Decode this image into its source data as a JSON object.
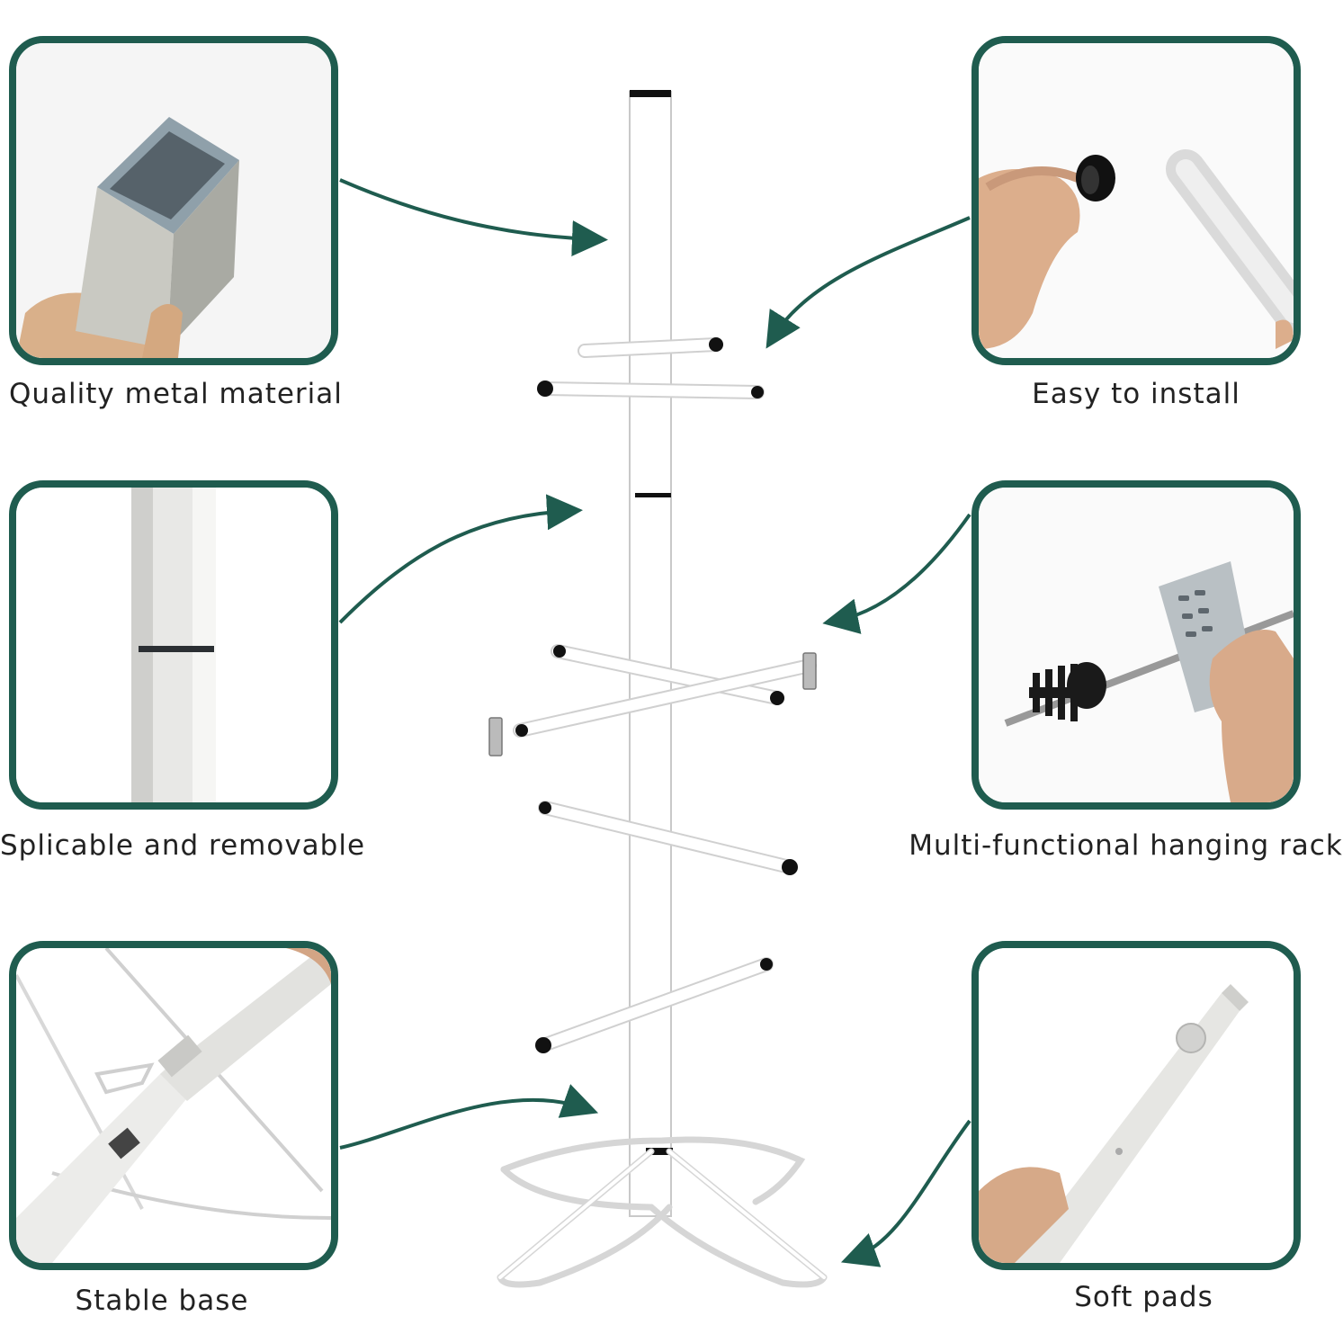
{
  "colors": {
    "frame": "#1f5c4f",
    "arrow": "#1f5c4f",
    "rack": "#ffffff",
    "caps": "#111111"
  },
  "features": [
    {
      "id": "metal",
      "caption": "Quality metal material",
      "image": "square-metal-tube-photo"
    },
    {
      "id": "install",
      "caption": "Easy to install",
      "image": "rubber-end-cap-photo"
    },
    {
      "id": "splice",
      "caption": "Splicable and removable",
      "image": "pole-joint-photo"
    },
    {
      "id": "hanging",
      "caption": "Multi-functional hanging rack",
      "image": "clip-on-rod-photo"
    },
    {
      "id": "base",
      "caption": "Stable base",
      "image": "folding-base-photo"
    },
    {
      "id": "pads",
      "caption": "Soft pads",
      "image": "felt-pad-photo"
    }
  ]
}
